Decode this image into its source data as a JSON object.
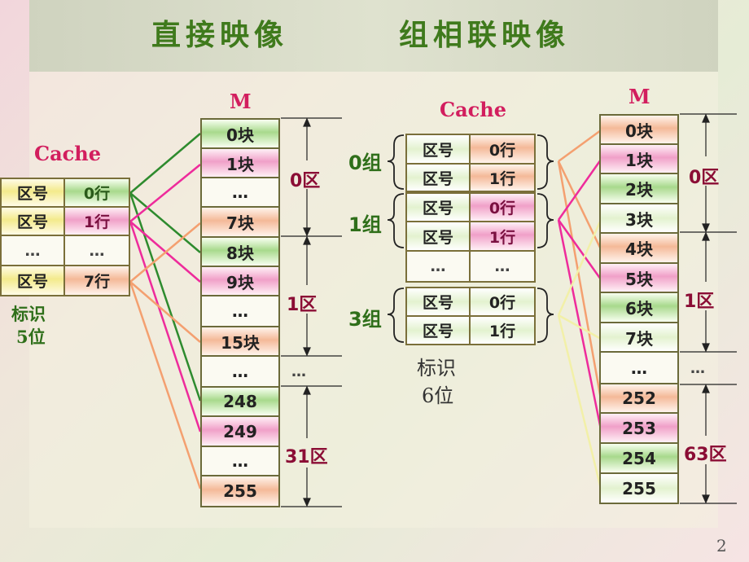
{
  "title": {
    "left": "直接映像",
    "right": "组相联映像"
  },
  "page_number": "2",
  "direct": {
    "cache_label": "Cache",
    "cache_rows": [
      {
        "tag": "区号",
        "line": "0行"
      },
      {
        "tag": "区号",
        "line": "1行"
      },
      {
        "tag": "…",
        "line": "…"
      },
      {
        "tag": "区号",
        "line": "7行"
      }
    ],
    "tag_note_1": "标识",
    "tag_note_2": "5位",
    "memory_label": "M",
    "memory_blocks": [
      "0块",
      "1块",
      "…",
      "7块",
      "8块",
      "9块",
      "…",
      "15块",
      "…",
      "248",
      "249",
      "…",
      "255"
    ],
    "sections": [
      "0区",
      "1区",
      "…",
      "31区"
    ]
  },
  "assoc": {
    "cache_label": "Cache",
    "groups": [
      "0组",
      "1组",
      "3组"
    ],
    "cache_rows": [
      {
        "tag": "区号",
        "line": "0行"
      },
      {
        "tag": "区号",
        "line": "1行"
      },
      {
        "tag": "区号",
        "line": "0行"
      },
      {
        "tag": "区号",
        "line": "1行"
      },
      {
        "tag": "…",
        "line": "…"
      },
      {
        "tag": "区号",
        "line": "0行"
      },
      {
        "tag": "区号",
        "line": "1行"
      }
    ],
    "tag_note_1": "标识",
    "tag_note_2": "6位",
    "memory_label": "M",
    "memory_blocks": [
      "0块",
      "1块",
      "2块",
      "3块",
      "4块",
      "5块",
      "6块",
      "7块",
      "…",
      "252",
      "253",
      "254",
      "255"
    ],
    "sections": [
      "0区",
      "1区",
      "…",
      "63区"
    ]
  },
  "colors": {
    "green_line": "#2e8b2e",
    "pink_line": "#ee2b9b",
    "orange_line": "#f4a070",
    "yellow_line": "#f2f0a8"
  }
}
